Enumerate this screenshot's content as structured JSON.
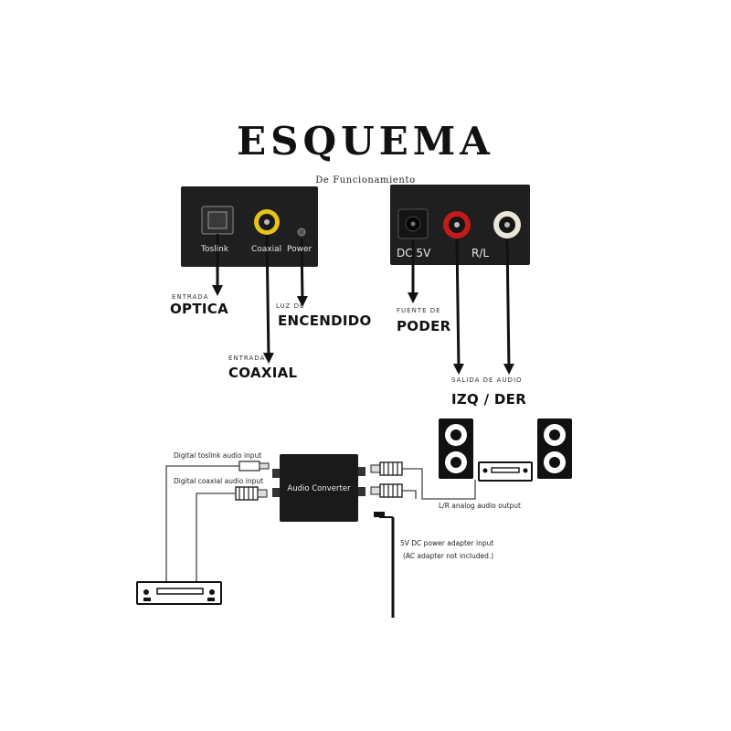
{
  "header": {
    "title": "ESQUEMA",
    "subtitle": "De Funcionamiento"
  },
  "left_panel": {
    "ports": [
      "Toslink",
      "Coaxial",
      "Power"
    ]
  },
  "right_panel": {
    "ports": [
      "DC 5V",
      "R/L"
    ]
  },
  "callouts": {
    "optica_small": "ENTRADA",
    "optica_big": "OPTICA",
    "encendido_small": "LUZ DE",
    "encendido_big": "ENCENDIDO",
    "coaxial_small": "ENTRADA",
    "coaxial_big": "COAXIAL",
    "poder_small": "FUENTE DE",
    "poder_big": "PODER",
    "audio_small": "SALIDA DE AUDIO",
    "audio_big": "IZQ / DER"
  },
  "diagram": {
    "toslink_input": "Digital toslink audio input",
    "coaxial_input": "Digital coaxial audio input",
    "converter_label": "Audio Converter",
    "analog_output": "L/R analog audio output",
    "power_input": "5V DC power adapter input",
    "power_note": "(AC adapter not included.)"
  },
  "colors": {
    "panel": "#1f1f1f",
    "red_jack": "#c41a1a",
    "yellow_jack": "#e6c21a",
    "white_jack": "#e9e6d8"
  }
}
